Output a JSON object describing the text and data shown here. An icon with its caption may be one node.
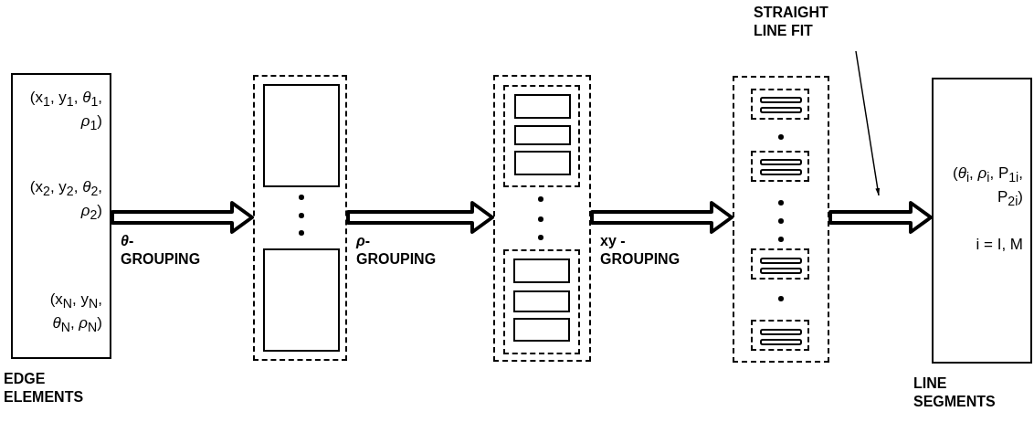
{
  "diagram": {
    "nodes": [
      {
        "text": [
          "(x$_{1}$, y$_{1}$, *θ*$_{1}$, *ρ*$_{1}$)",
          "(x$_{2}$, y$_{2}$, *θ*$_{2}$, *ρ*$_{2}$)",
          "(x$_{N}$, y$_{N}$, *θ*$_{N}$, *ρ*$_{N}$)",
          "EDGE ELEMENTS"
        ]
      },
      {
        "text": [],
        "shape": "box"
      },
      {
        "text": [],
        "shape": "box",
        "in": 1
      },
      {
        "text": [],
        "shape": "box",
        "in": 1
      },
      {
        "text": [],
        "shape": "box"
      },
      {
        "text": [],
        "shape": "box",
        "in": 4
      },
      {
        "text": [],
        "shape": "box",
        "in": 5
      },
      {
        "text": [],
        "shape": "box",
        "in": 5
      },
      {
        "text": [],
        "shape": "box",
        "in": 5
      },
      {
        "text": [],
        "shape": "box",
        "in": 4
      },
      {
        "text": [],
        "shape": "box",
        "in": 9
      },
      {
        "text": [],
        "shape": "box",
        "in": 9
      },
      {
        "text": [],
        "shape": "box",
        "in": 9
      },
      {
        "text": [],
        "shape": "box"
      },
      {
        "text": [],
        "shape": "box",
        "in": 13
      },
      {
        "text": [],
        "shape": "bar",
        "in": 14
      },
      {
        "text": [],
        "shape": "bar",
        "in": 14
      },
      {
        "text": [],
        "shape": "box",
        "in": 13
      },
      {
        "text": [],
        "shape": "bar",
        "in": 17
      },
      {
        "text": [],
        "shape": "bar",
        "in": 17
      },
      {
        "text": [],
        "shape": "box",
        "in": 13
      },
      {
        "text": [],
        "shape": "bar",
        "in": 20
      },
      {
        "text": [],
        "shape": "bar",
        "in": 20
      },
      {
        "text": [],
        "shape": "box",
        "in": 13
      },
      {
        "text": [],
        "shape": "bar",
        "in": 23
      },
      {
        "text": [],
        "shape": "bar",
        "in": 23
      },
      {
        "text": [
          "(*θ*$_{i}$, *ρ*$_{i}$, P$_{1i}$, P$_{2i}$)",
          "i = I, M",
          "LINE SEGMENTS"
        ]
      },
      {
        "text": [
          "STRAIGHT LINE FIT"
        ]
      }
    ],
    "edges": [
      {
        "from": 0,
        "to": 1,
        "arrow": "to",
        "label": "*θ*- GROUPING"
      },
      {
        "from": 1,
        "to": 4,
        "arrow": "to",
        "label": "*ρ*- GROUPING"
      },
      {
        "from": 4,
        "to": 13,
        "arrow": "to",
        "label": "xy - GROUPING"
      },
      {
        "from": 13,
        "to": 26,
        "arrow": "to"
      },
      {
        "from": 27,
        "to": null,
        "arrow": "to"
      }
    ]
  }
}
